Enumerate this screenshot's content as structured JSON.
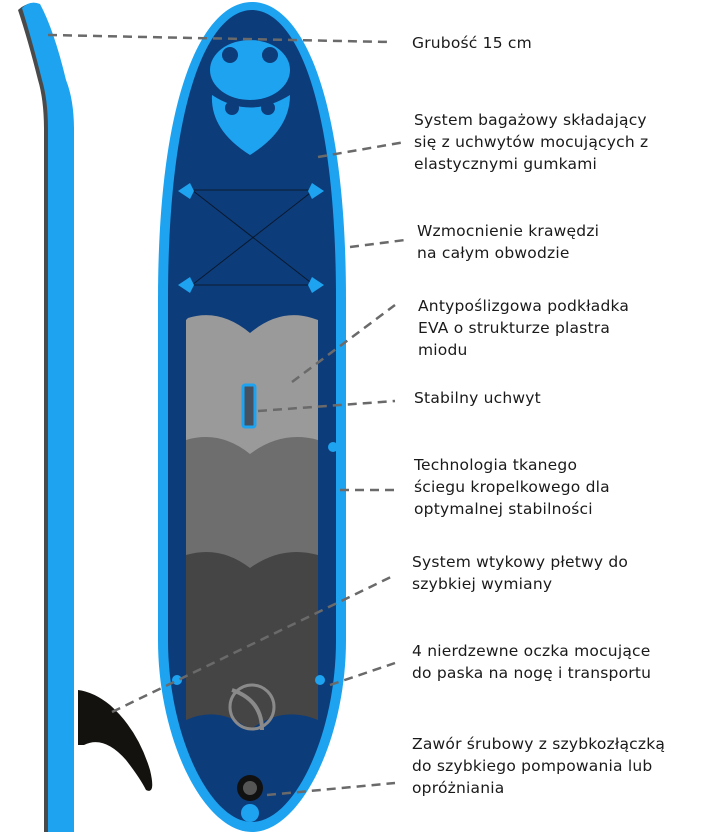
{
  "colors": {
    "rail_blue": "#1ea3f0",
    "deck_navy": "#0d3c7a",
    "pad_light": "#9a9a9a",
    "pad_mid": "#6e6e6e",
    "pad_dark": "#454545",
    "fin": "#14120e",
    "leader": "#6a6a6a"
  },
  "callouts": [
    {
      "id": "thickness",
      "text": "Grubość 15 cm"
    },
    {
      "id": "bungee",
      "text": "System bagażowy składający\nsię z uchwytów mocujących z\nelastycznymi gumkami"
    },
    {
      "id": "rail",
      "text": "Wzmocnienie krawędzi\nna całym obwodzie"
    },
    {
      "id": "eva-pad",
      "text": "Antypoślizgowa podkładka\nEVA o strukturze plastra\nmiodu"
    },
    {
      "id": "handle",
      "text": "Stabilny uchwyt"
    },
    {
      "id": "drop-stitch",
      "text": "Technologia tkanego\nściegu kropelkowego dla\noptymalnej stabilności"
    },
    {
      "id": "fin-box",
      "text": "System wtykowy płetwy do\nszybkiej wymiany"
    },
    {
      "id": "d-rings",
      "text": "4 nierdzewne oczka mocujące\ndo paska na nogę i transportu"
    },
    {
      "id": "valve",
      "text": "Zawór śrubowy z szybkozłączką\ndo szybkiego pompowania lub\nopróżniania"
    }
  ]
}
